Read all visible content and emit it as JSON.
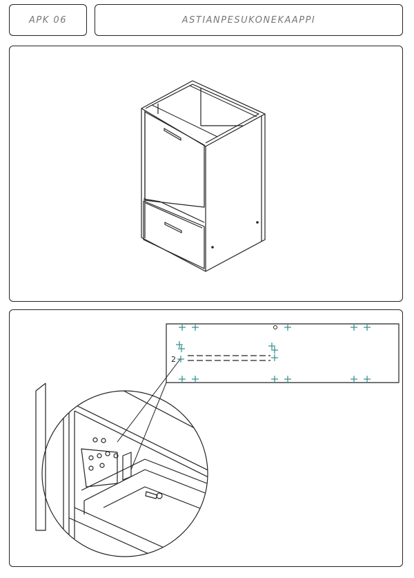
{
  "header": {
    "code": "APK 06",
    "title": "ASTIANPESUKONEKAAPPI"
  },
  "detail": {
    "hole_marker": "2"
  },
  "colors": {
    "line": "#222222",
    "marker": "#2e8b8b",
    "header_text": "#777777"
  }
}
